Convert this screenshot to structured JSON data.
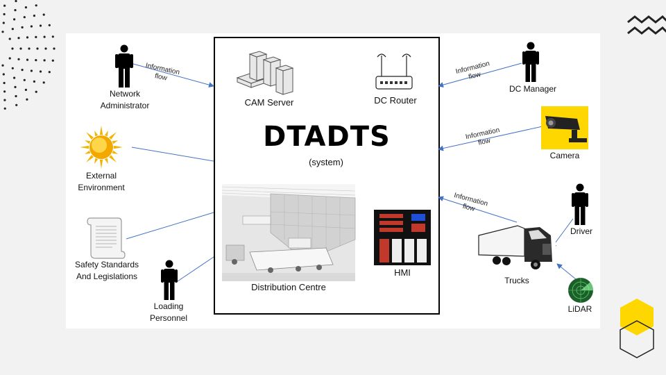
{
  "system": {
    "title": "DTADTS",
    "subtitle": "(system)"
  },
  "components": {
    "cam_server": "CAM Server",
    "dc_router": "DC Router",
    "distribution_centre": "Distribution Centre",
    "hmi": "HMI"
  },
  "actors": {
    "network_admin": [
      "Network",
      "Administrator"
    ],
    "external_env": [
      "External",
      "Environment"
    ],
    "safety": [
      "Safety Standards",
      "And Legislations"
    ],
    "loading": [
      "Loading",
      "Personnel"
    ],
    "dc_manager": "DC Manager",
    "camera": "Camera",
    "trucks": "Trucks",
    "driver": "Driver",
    "lidar": "LiDAR"
  },
  "flow_label": [
    "Information",
    "flow"
  ],
  "colors": {
    "arrow": "#4472c4",
    "accent_yellow": "#ffd700",
    "frame": "#000000"
  }
}
